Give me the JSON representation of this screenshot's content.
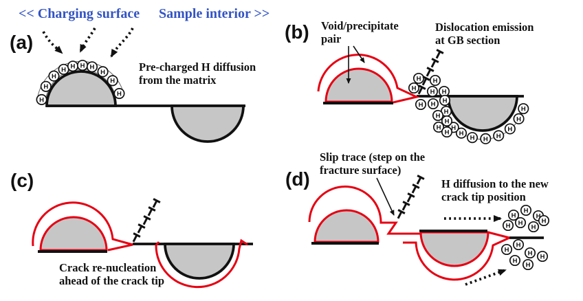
{
  "header": {
    "charging": "<< Charging surface",
    "interior": "Sample interior >>"
  },
  "panels": {
    "a": {
      "label": "(a)",
      "caption": "Pre-charged H diffusion\nfrom the matrix"
    },
    "b": {
      "label": "(b)",
      "void_pair": "Void/precipitate\npair",
      "dislocation": "Dislocation emission\nat GB section"
    },
    "c": {
      "label": "(c)",
      "caption": "Crack re-nucleation\nahead of the crack tip"
    },
    "d": {
      "label": "(d)",
      "slip": "Slip trace (step on the\nfracture surface)",
      "h_diffusion": "H diffusion to the new\ncrack tip position"
    }
  },
  "atom": {
    "symbol": "H"
  },
  "colors": {
    "red": "#e60012",
    "gray": "#c6c6c6",
    "blue": "#3354c4",
    "black": "#111111"
  }
}
